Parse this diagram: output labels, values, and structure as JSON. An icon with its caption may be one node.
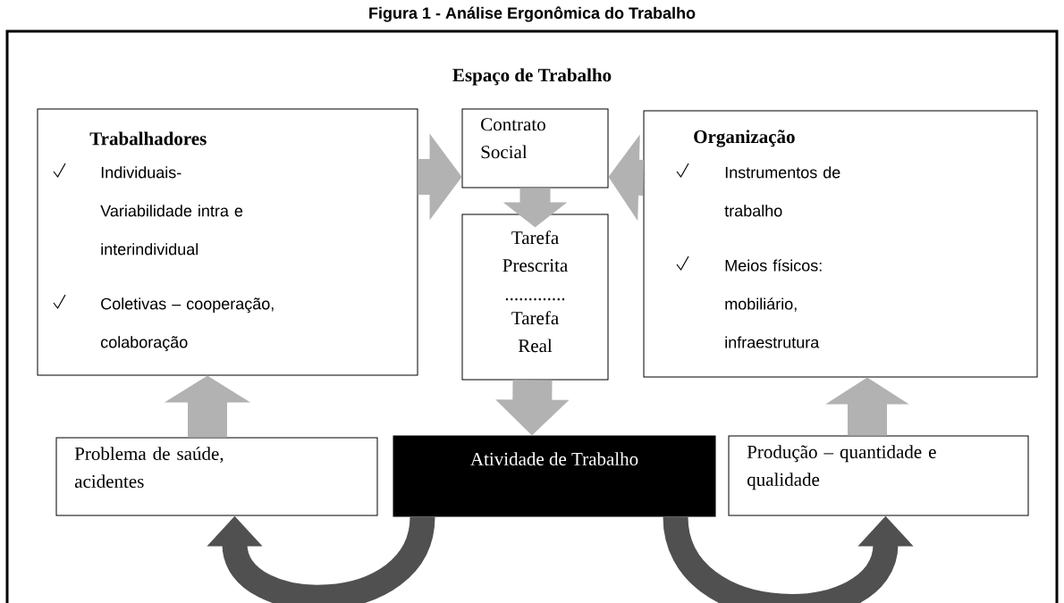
{
  "diagram": {
    "title": "Figura 1 - Análise Ergonômica do Trabalho",
    "nodes": [
      {
        "text": [
          "Espaço de Trabalho"
        ]
      },
      {
        "text": [
          "Trabalhadores",
          "Individuais- Variabilidade intra e interindividual",
          "Coletivas – cooperação, colaboração"
        ],
        "in": 0
      },
      {
        "text": [
          "Contrato Social"
        ],
        "in": 0
      },
      {
        "text": [
          "Tarefa Prescrita",
          ".............",
          "Tarefa Real"
        ],
        "in": 0
      },
      {
        "text": [
          "Organização",
          "Instrumentos de trabalho",
          "Meios físicos: mobiliário, infraestrutura"
        ],
        "in": 0
      },
      {
        "text": [
          "Problema de saúde, acidentes"
        ],
        "in": 0
      },
      {
        "text": [
          "Atividade de Trabalho"
        ],
        "in": 0
      },
      {
        "text": [
          "Produção – quantidade e qualidade"
        ],
        "in": 0
      }
    ],
    "edges": [
      {
        "from": 1,
        "to": 2,
        "arrow": "to"
      },
      {
        "from": 4,
        "to": 2,
        "arrow": "to"
      },
      {
        "from": 2,
        "to": 3,
        "arrow": "to"
      },
      {
        "from": 3,
        "to": 6,
        "arrow": "to"
      },
      {
        "from": 5,
        "to": 1,
        "arrow": "to"
      },
      {
        "from": 7,
        "to": 4,
        "arrow": "to"
      },
      {
        "from": 6,
        "to": 5,
        "arrow": "to",
        "color": "#505050"
      },
      {
        "from": 6,
        "to": 7,
        "arrow": "to",
        "color": "#505050"
      }
    ]
  }
}
